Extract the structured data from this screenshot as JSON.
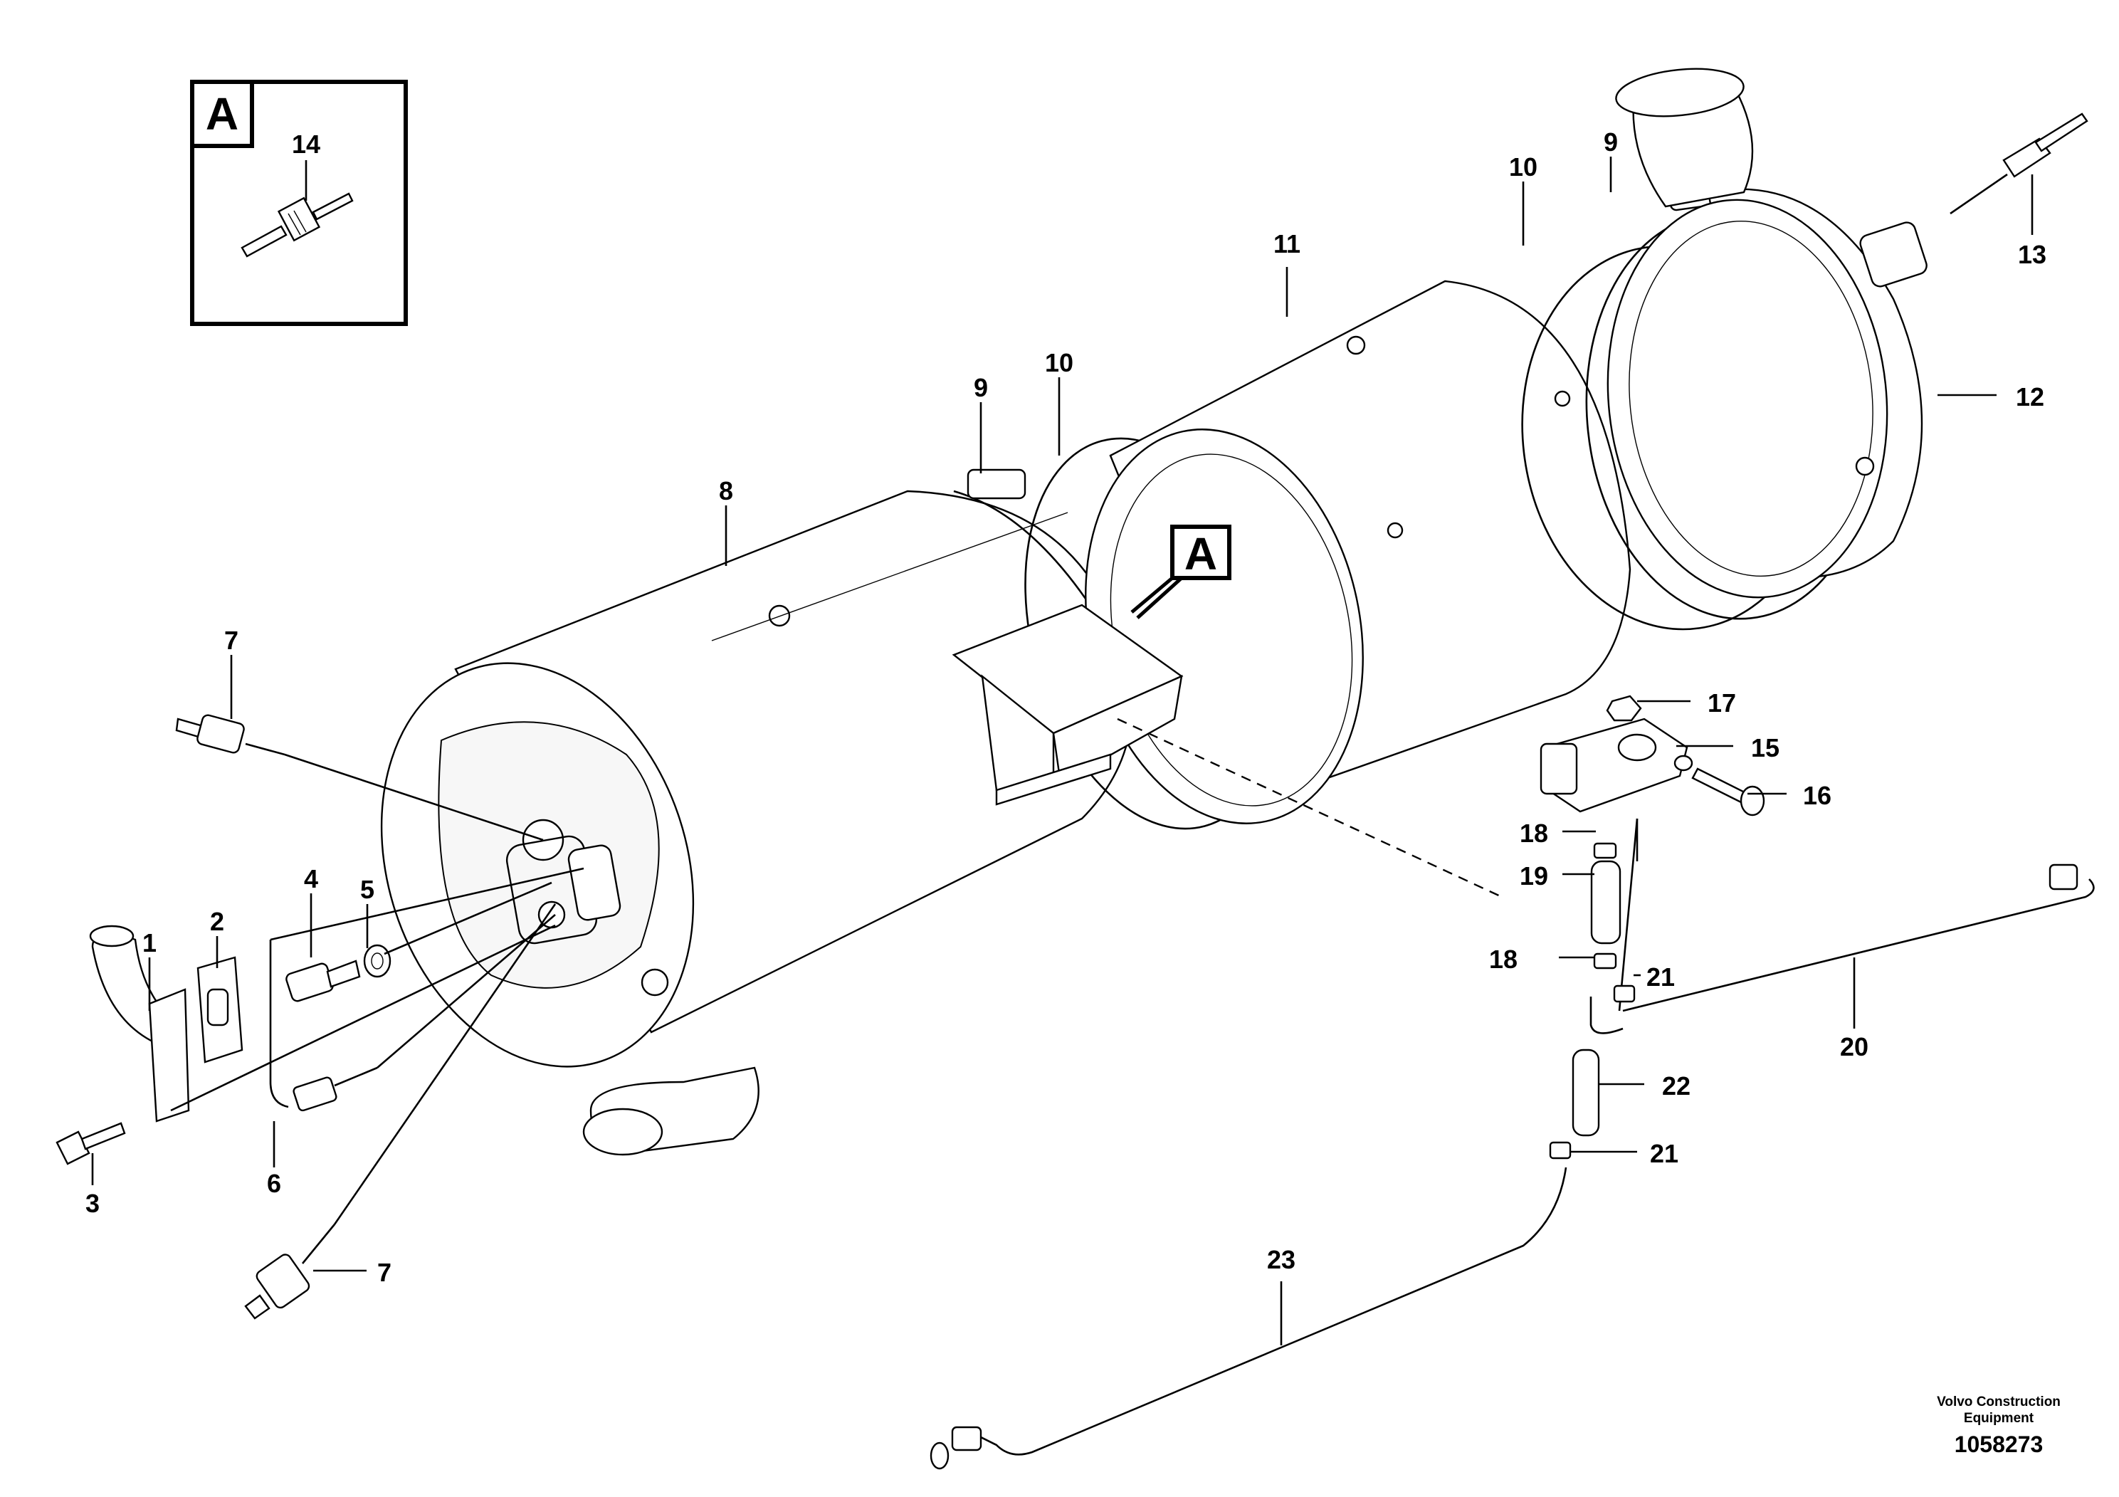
{
  "detail_box": {
    "letter": "A",
    "part_number": "14"
  },
  "detail_marker": {
    "letter": "A"
  },
  "callouts": [
    {
      "id": "c1",
      "label": "1"
    },
    {
      "id": "c2",
      "label": "2"
    },
    {
      "id": "c3",
      "label": "3"
    },
    {
      "id": "c4",
      "label": "4"
    },
    {
      "id": "c5",
      "label": "5"
    },
    {
      "id": "c6",
      "label": "6"
    },
    {
      "id": "c7a",
      "label": "7"
    },
    {
      "id": "c7b",
      "label": "7"
    },
    {
      "id": "c8",
      "label": "8"
    },
    {
      "id": "c9a",
      "label": "9"
    },
    {
      "id": "c9b",
      "label": "9"
    },
    {
      "id": "c10a",
      "label": "10"
    },
    {
      "id": "c10b",
      "label": "10"
    },
    {
      "id": "c11",
      "label": "11"
    },
    {
      "id": "c12",
      "label": "12"
    },
    {
      "id": "c13",
      "label": "13"
    },
    {
      "id": "c15",
      "label": "15"
    },
    {
      "id": "c16",
      "label": "16"
    },
    {
      "id": "c17",
      "label": "17"
    },
    {
      "id": "c18a",
      "label": "18"
    },
    {
      "id": "c18b",
      "label": "18"
    },
    {
      "id": "c19",
      "label": "19"
    },
    {
      "id": "c20",
      "label": "20"
    },
    {
      "id": "c21a",
      "label": "21"
    },
    {
      "id": "c21b",
      "label": "21"
    },
    {
      "id": "c22",
      "label": "22"
    },
    {
      "id": "c23",
      "label": "23"
    }
  ],
  "footer": {
    "brand_line1": "Volvo Construction",
    "brand_line2": "Equipment",
    "drawing_number": "1058273"
  }
}
